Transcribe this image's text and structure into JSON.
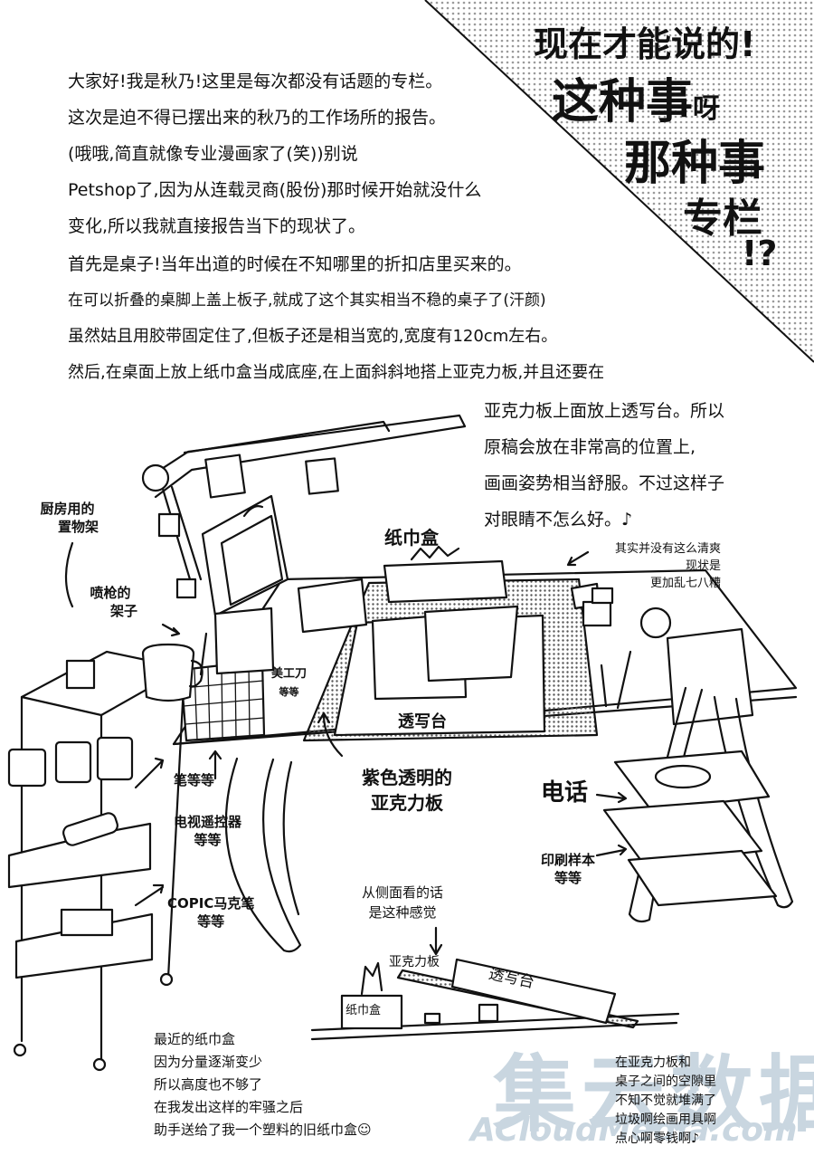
{
  "header": {
    "line1": "现在才能说的!",
    "line2_a": "这种事",
    "line2_b": "呀",
    "line3": "那种事",
    "line4": "专栏",
    "line5": "!?"
  },
  "intro": [
    "大家好!我是秋乃!这里是每次都没有话题的专栏。",
    "这次是迫不得已摆出来的秋乃的工作场所的报告。",
    "(哦哦,简直就像专业漫画家了(笑))别说",
    "Petshop了,因为从连载灵商(股份)那时候开始就没什么",
    "变化,所以我就直接报告当下的现状了。",
    "首先是桌子!当年出道的时候在不知哪里的折扣店里买来的。",
    "在可以折叠的桌脚上盖上板子,就成了这个其实相当不稳的桌子了(汗颜)",
    "虽然姑且用胶带固定住了,但板子还是相当宽的,宽度有120cm左右。",
    "然后,在桌面上放上纸巾盒当成底座,在上面斜斜地搭上亚克力板,并且还要在"
  ],
  "intro_right": [
    "亚克力板上面放上透写台。所以",
    "原稿会放在非常高的位置上,",
    "画画姿势相当舒服。不过这样子",
    "对眼睛不怎么好。♪"
  ],
  "labels": {
    "kitchen_rack_1": "厨房用的",
    "kitchen_rack_2": "置物架",
    "airbrush_1": "喷枪的",
    "airbrush_2": "架子",
    "tissue_box": "纸巾盒",
    "not_tidy_1": "其实并没有这么清爽",
    "not_tidy_2": "现状是",
    "not_tidy_3": "更加乱七八糟",
    "cutter_1": "美工刀",
    "cutter_2": "等等",
    "lightbox": "透写台",
    "pens": "笔等等",
    "purple_1": "紫色透明的",
    "purple_2": "亚克力板",
    "phone": "电话",
    "remote_1": "电视遥控器",
    "remote_2": "等等",
    "samples_1": "印刷样本",
    "samples_2": "等等",
    "copic_1": "COPIC马克笔",
    "copic_2": "等等",
    "side_1": "从侧面看的话",
    "side_2": "是这种感觉",
    "side_acrylic": "亚克力板",
    "side_lightbox": "透写台",
    "side_tissue": "纸巾盒"
  },
  "bottom_left": [
    "最近的纸巾盒",
    "因为分量逐渐变少",
    "所以高度也不够了",
    "在我发出这样的牢骚之后",
    "助手送给了我一个塑料的旧纸巾盒☺"
  ],
  "bottom_right": [
    "在亚克力板和",
    "桌子之间的空隙里",
    "不知不觉就堆满了",
    "垃圾啊绘画用具啊",
    "点心啊零钱啊♪"
  ],
  "watermark": {
    "cn": "集云数据",
    "en": "ACloudMedia.com"
  },
  "colors": {
    "ink": "#111111",
    "halftone": "#b0b0b0",
    "watermark": "#c9d6e0"
  }
}
